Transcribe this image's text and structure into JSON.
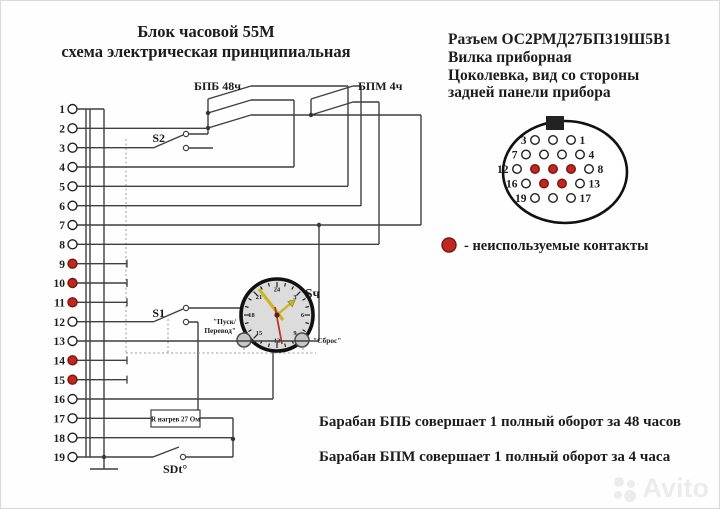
{
  "header": {
    "title_line1": "Блок часовой 55М",
    "title_line2": "схема электрическая принципиальная"
  },
  "connector": {
    "line1": "Разъем ОС2РМД27БП319Ш5В1",
    "line2": "Вилка приборная",
    "line3": "Цоколевка, вид со стороны",
    "line4": "задней панели прибора",
    "pinout_rows": [
      {
        "left_label": "3",
        "right_label": "1",
        "pins": [
          "open",
          "open",
          "open"
        ]
      },
      {
        "left_label": "7",
        "right_label": "4",
        "pins": [
          "open",
          "open",
          "open",
          "open"
        ]
      },
      {
        "left_label": "12",
        "right_label": "8",
        "pins": [
          "open",
          "red",
          "red",
          "red",
          "open"
        ]
      },
      {
        "left_label": "16",
        "right_label": "13",
        "pins": [
          "open",
          "red",
          "red",
          "open"
        ]
      },
      {
        "left_label": "19",
        "right_label": "17",
        "pins": [
          "open",
          "open",
          "open"
        ]
      }
    ],
    "legend_text": "- неиспользуемые контакты"
  },
  "schematic": {
    "pins": [
      {
        "number": "1",
        "unused": false
      },
      {
        "number": "2",
        "unused": false
      },
      {
        "number": "3",
        "unused": false
      },
      {
        "number": "4",
        "unused": false
      },
      {
        "number": "5",
        "unused": false
      },
      {
        "number": "6",
        "unused": false
      },
      {
        "number": "7",
        "unused": false
      },
      {
        "number": "8",
        "unused": false
      },
      {
        "number": "9",
        "unused": true
      },
      {
        "number": "10",
        "unused": true
      },
      {
        "number": "11",
        "unused": true
      },
      {
        "number": "12",
        "unused": false
      },
      {
        "number": "13",
        "unused": false
      },
      {
        "number": "14",
        "unused": true
      },
      {
        "number": "15",
        "unused": true
      },
      {
        "number": "16",
        "unused": false
      },
      {
        "number": "17",
        "unused": false
      },
      {
        "number": "18",
        "unused": false
      },
      {
        "number": "19",
        "unused": false
      }
    ],
    "switch_s2": "S2",
    "switch_s1": "S1",
    "switch_bpb": "БПБ 48ч",
    "switch_bpm": "БПМ 4ч",
    "switch_sdt": "SDt°",
    "resistor_label": "R нагрев 27 Ом",
    "clock_label": "Sч",
    "button_left_line1": "\"Пуск/",
    "button_left_line2": "Перевод\"",
    "button_right": "\"Сброс\"",
    "dial_numbers": [
      "24",
      "3",
      "6",
      "9",
      "12",
      "15",
      "18",
      "21"
    ]
  },
  "notes": {
    "line1": "Барабан БПБ совершает 1 полный оборот за 48 часов",
    "line2": "Барабан БПМ совершает 1 полный оборот за 4 часа"
  },
  "watermark": "Avito",
  "colors": {
    "unused_pin": "#c0271e",
    "wire": "#3f3f3f",
    "clock_face": "#dcdcdc",
    "hand_yellow": "#c9b722",
    "hand_red": "#c23128",
    "button_gray": "#c6c6c6"
  }
}
